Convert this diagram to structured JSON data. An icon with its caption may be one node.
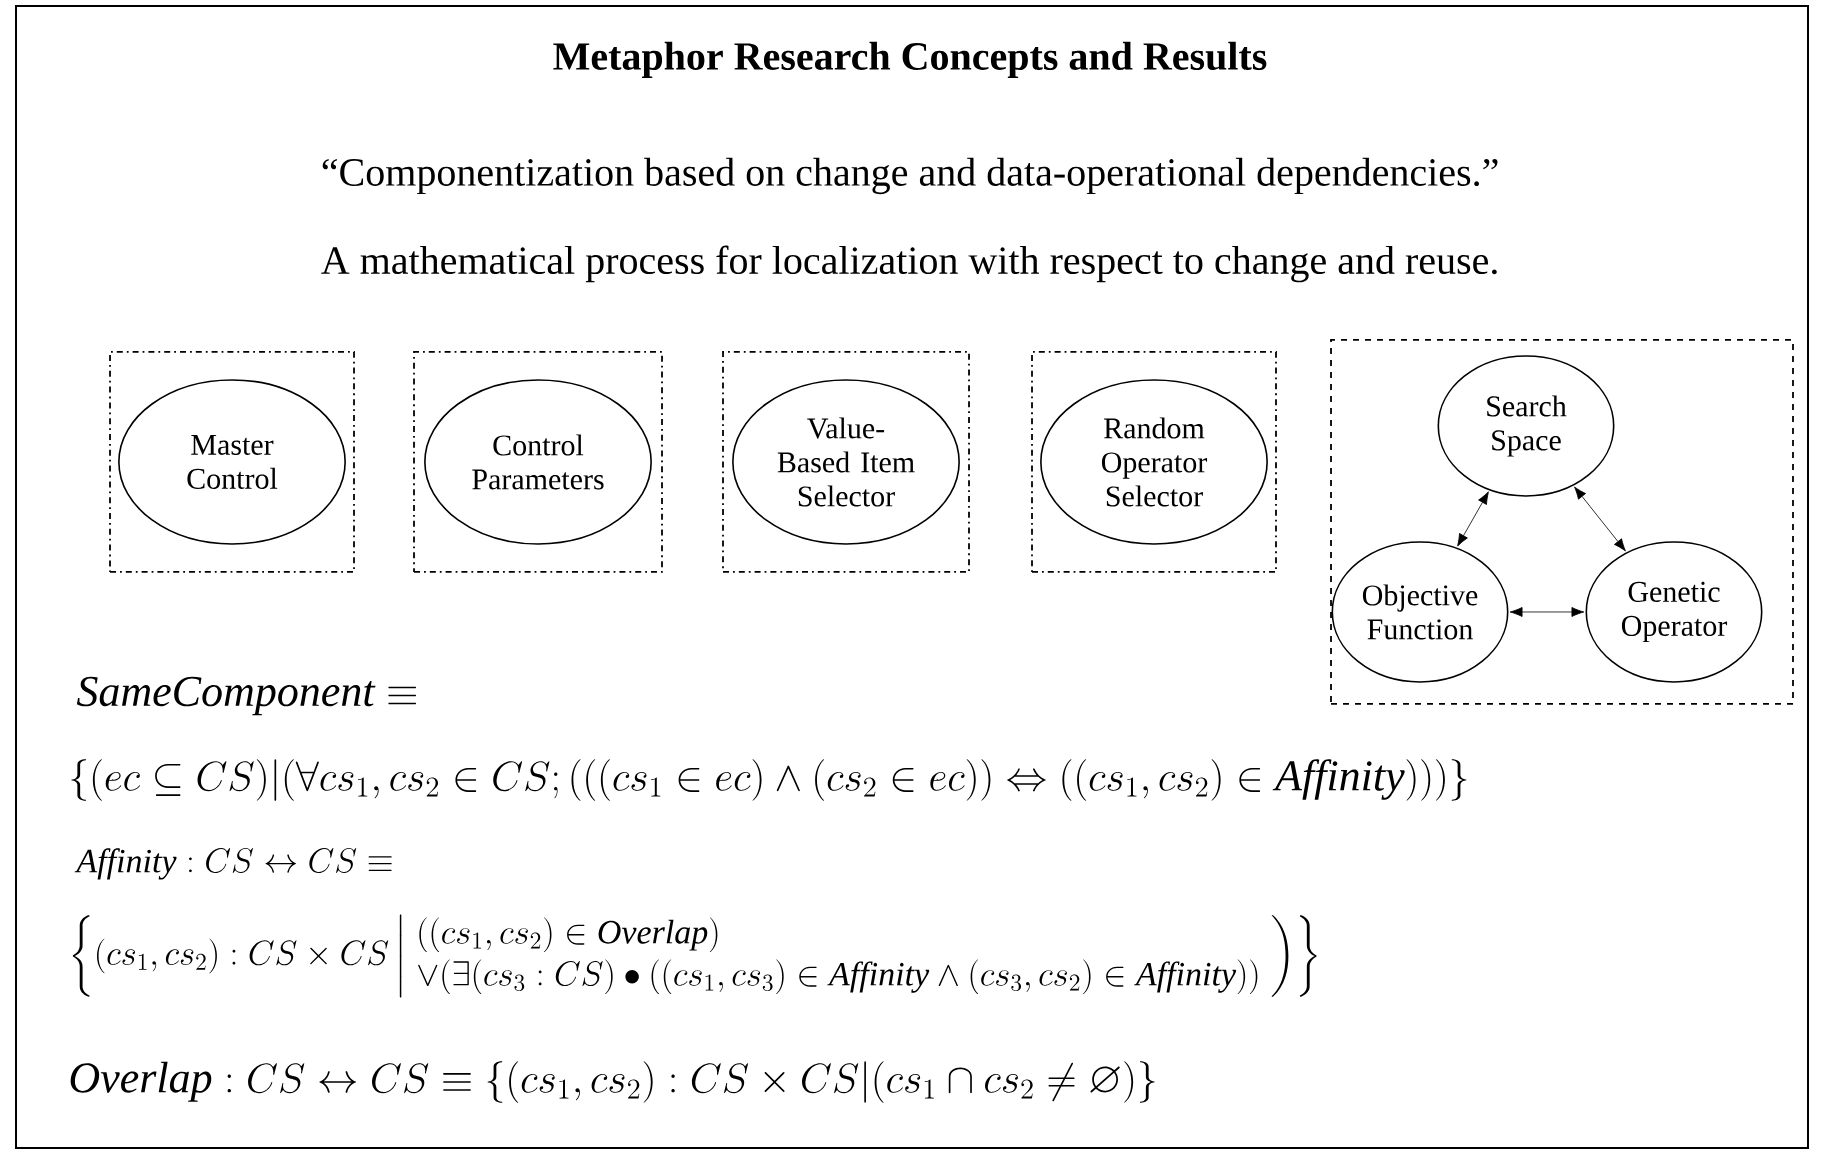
{
  "diagram": {
    "title": "Metaphor Research Concepts and Results",
    "nodes": [
      {
        "text": [],
        "shape": "box"
      },
      {
        "text": [
          "Master Control"
        ],
        "in": 0
      },
      {
        "text": [],
        "shape": "box"
      },
      {
        "text": [
          "Control Parameters"
        ],
        "in": 2
      },
      {
        "text": [],
        "shape": "box"
      },
      {
        "text": [
          "Value-Based Item Selector"
        ],
        "in": 4
      },
      {
        "text": [],
        "shape": "box"
      },
      {
        "text": [
          "Random Operator Selector"
        ],
        "in": 6
      },
      {
        "text": [],
        "shape": "box"
      },
      {
        "text": [
          "Search Space"
        ],
        "in": 8
      },
      {
        "text": [
          "Objective Function"
        ],
        "in": 8
      },
      {
        "text": [
          "Genetic Operator"
        ],
        "in": 8
      }
    ],
    "edges": [
      {
        "from": 9,
        "to": 10,
        "arrow": "both"
      },
      {
        "from": 9,
        "to": 11,
        "arrow": "both"
      },
      {
        "from": 10,
        "to": 11,
        "arrow": "both"
      }
    ],
    "labels": [
      "“Componentization based on change and data-operational dependencies.”",
      "A mathematical process for localization with respect to change and reuse.",
      "\\mathit{SameComponent} \\equiv",
      "\\Big\\{\\big(ec \\subseteq CS\\big)\\Big|\\Big(\\forall cs_{1}, cs_{2} \\in CS ; \\Big(\\big(\\big(cs_{1} \\in ec\\big) \\wedge \\big(cs_{2} \\in ec\\big)\\big) \\Leftrightarrow \\big(\\big(cs_{1}, cs_{2}\\big) \\in \\mathit{Affinity}\\big)\\Big)\\Big)\\Big\\}",
      "\\mathit{Affinity} : CS \\leftrightarrow CS \\equiv",
      "\\left\\{ (cs_{1}, cs_{2}) : CS \\times CS \\left| \\begin{array}{l} ((cs_{1}, cs_{2}) \\in \\mathit{Overlap}) \\\\ \\vee (\\exists (cs_{3} : CS) \\bullet ((cs_{1}, cs_{3}) \\in \\mathit{Affinity} \\wedge (cs_{3}, cs_{2}) \\in \\mathit{Affinity})) \\end{array} \\right) \\right\\}",
      "\\mathit{Overlap} : CS \\leftrightarrow CS \\equiv \\Big\\{\\big(cs_{1}, cs_{2}\\big) : CS \\times CS \\Big| \\big(cs_{1} \\cap cs_{2} \\neq \\varnothing\\big)\\Big\\}"
    ]
  }
}
